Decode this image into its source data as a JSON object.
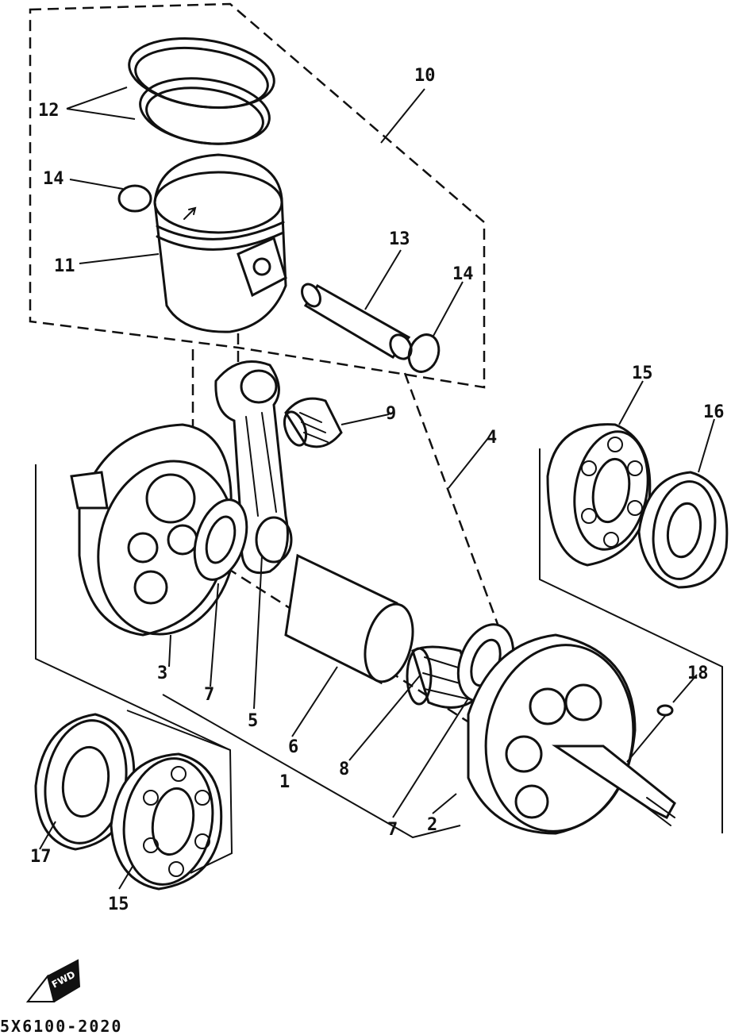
{
  "callouts": {
    "c1": "1",
    "c2": "2",
    "c3": "3",
    "c4": "4",
    "c5": "5",
    "c6": "6",
    "c7a": "7",
    "c7b": "7",
    "c8": "8",
    "c9": "9",
    "c10": "10",
    "c11": "11",
    "c12": "12",
    "c13": "13",
    "c14a": "14",
    "c14b": "14",
    "c15a": "15",
    "c15b": "15",
    "c16": "16",
    "c17": "17",
    "c18": "18"
  },
  "fwd_label": "FWD",
  "drawing_code": "5X6100-2020"
}
